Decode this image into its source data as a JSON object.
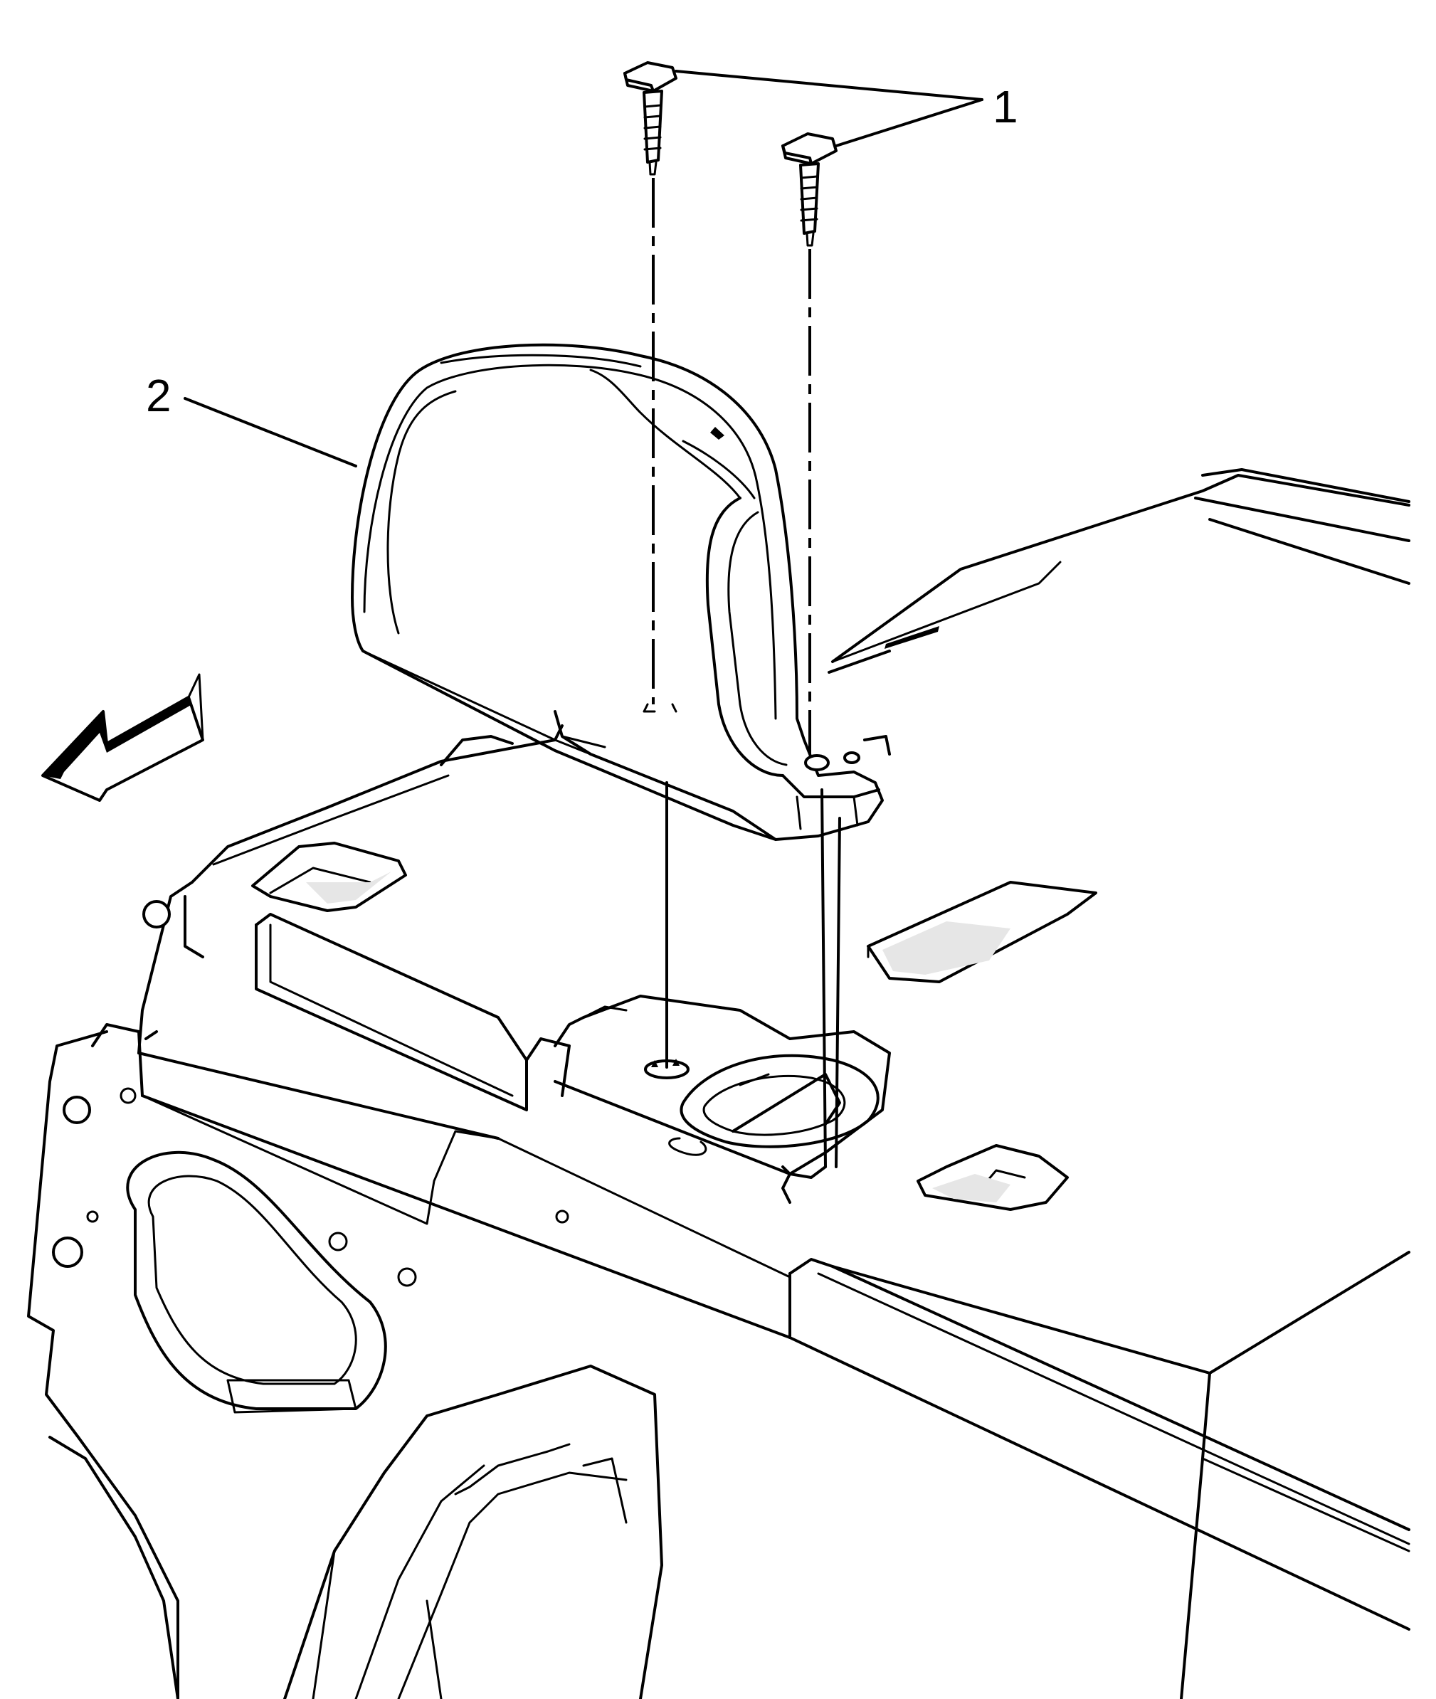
{
  "callouts": [
    {
      "id": "1",
      "text": "1"
    },
    {
      "id": "2",
      "text": "2"
    }
  ],
  "parts": {
    "fasteners": "bolt-icon",
    "headrest": "headrest",
    "direction_arrow": "front-arrow-icon"
  }
}
